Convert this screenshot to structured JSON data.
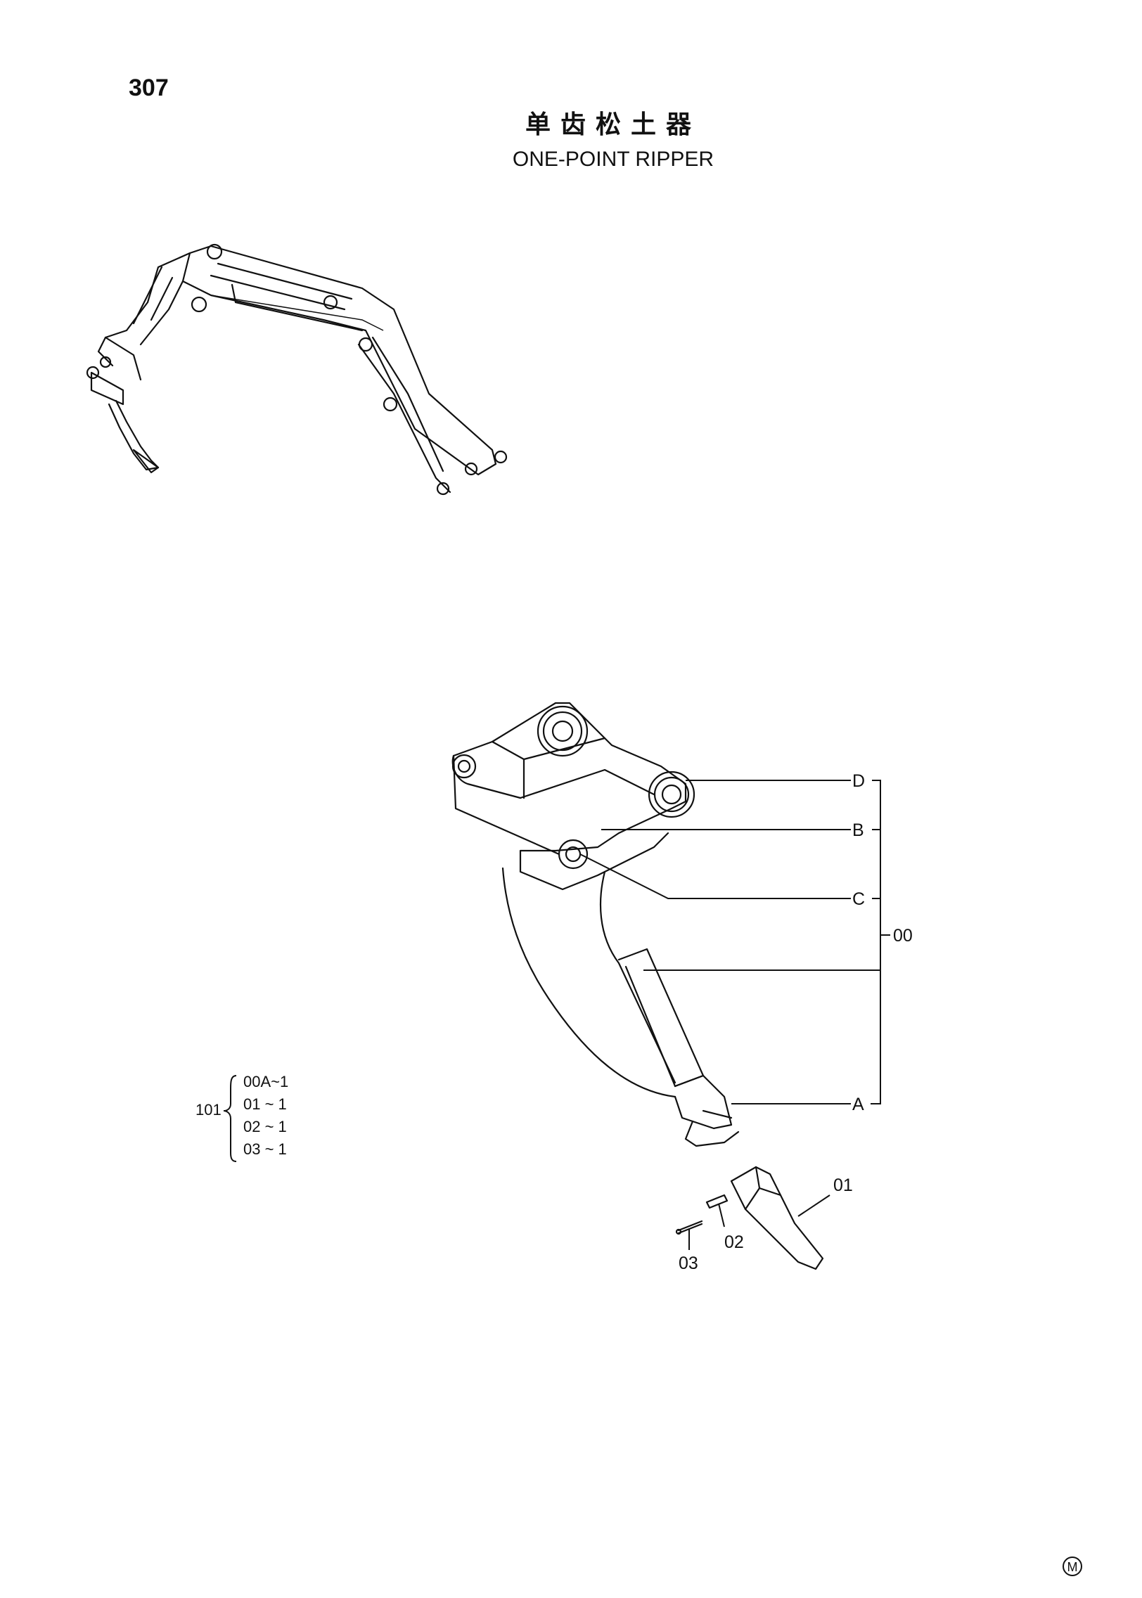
{
  "page_number": "307",
  "title_cn": "单齿松土器",
  "title_en": "ONE-POINT RIPPER",
  "callouts": {
    "D": "D",
    "B": "B",
    "C": "C",
    "A": "A",
    "group": "00",
    "p01": "01",
    "p02": "02",
    "p03": "03"
  },
  "kit": {
    "number": "101",
    "items": [
      "00A~1",
      "01 ~ 1",
      "02 ~ 1",
      "03 ~ 1"
    ]
  },
  "mark": "M"
}
